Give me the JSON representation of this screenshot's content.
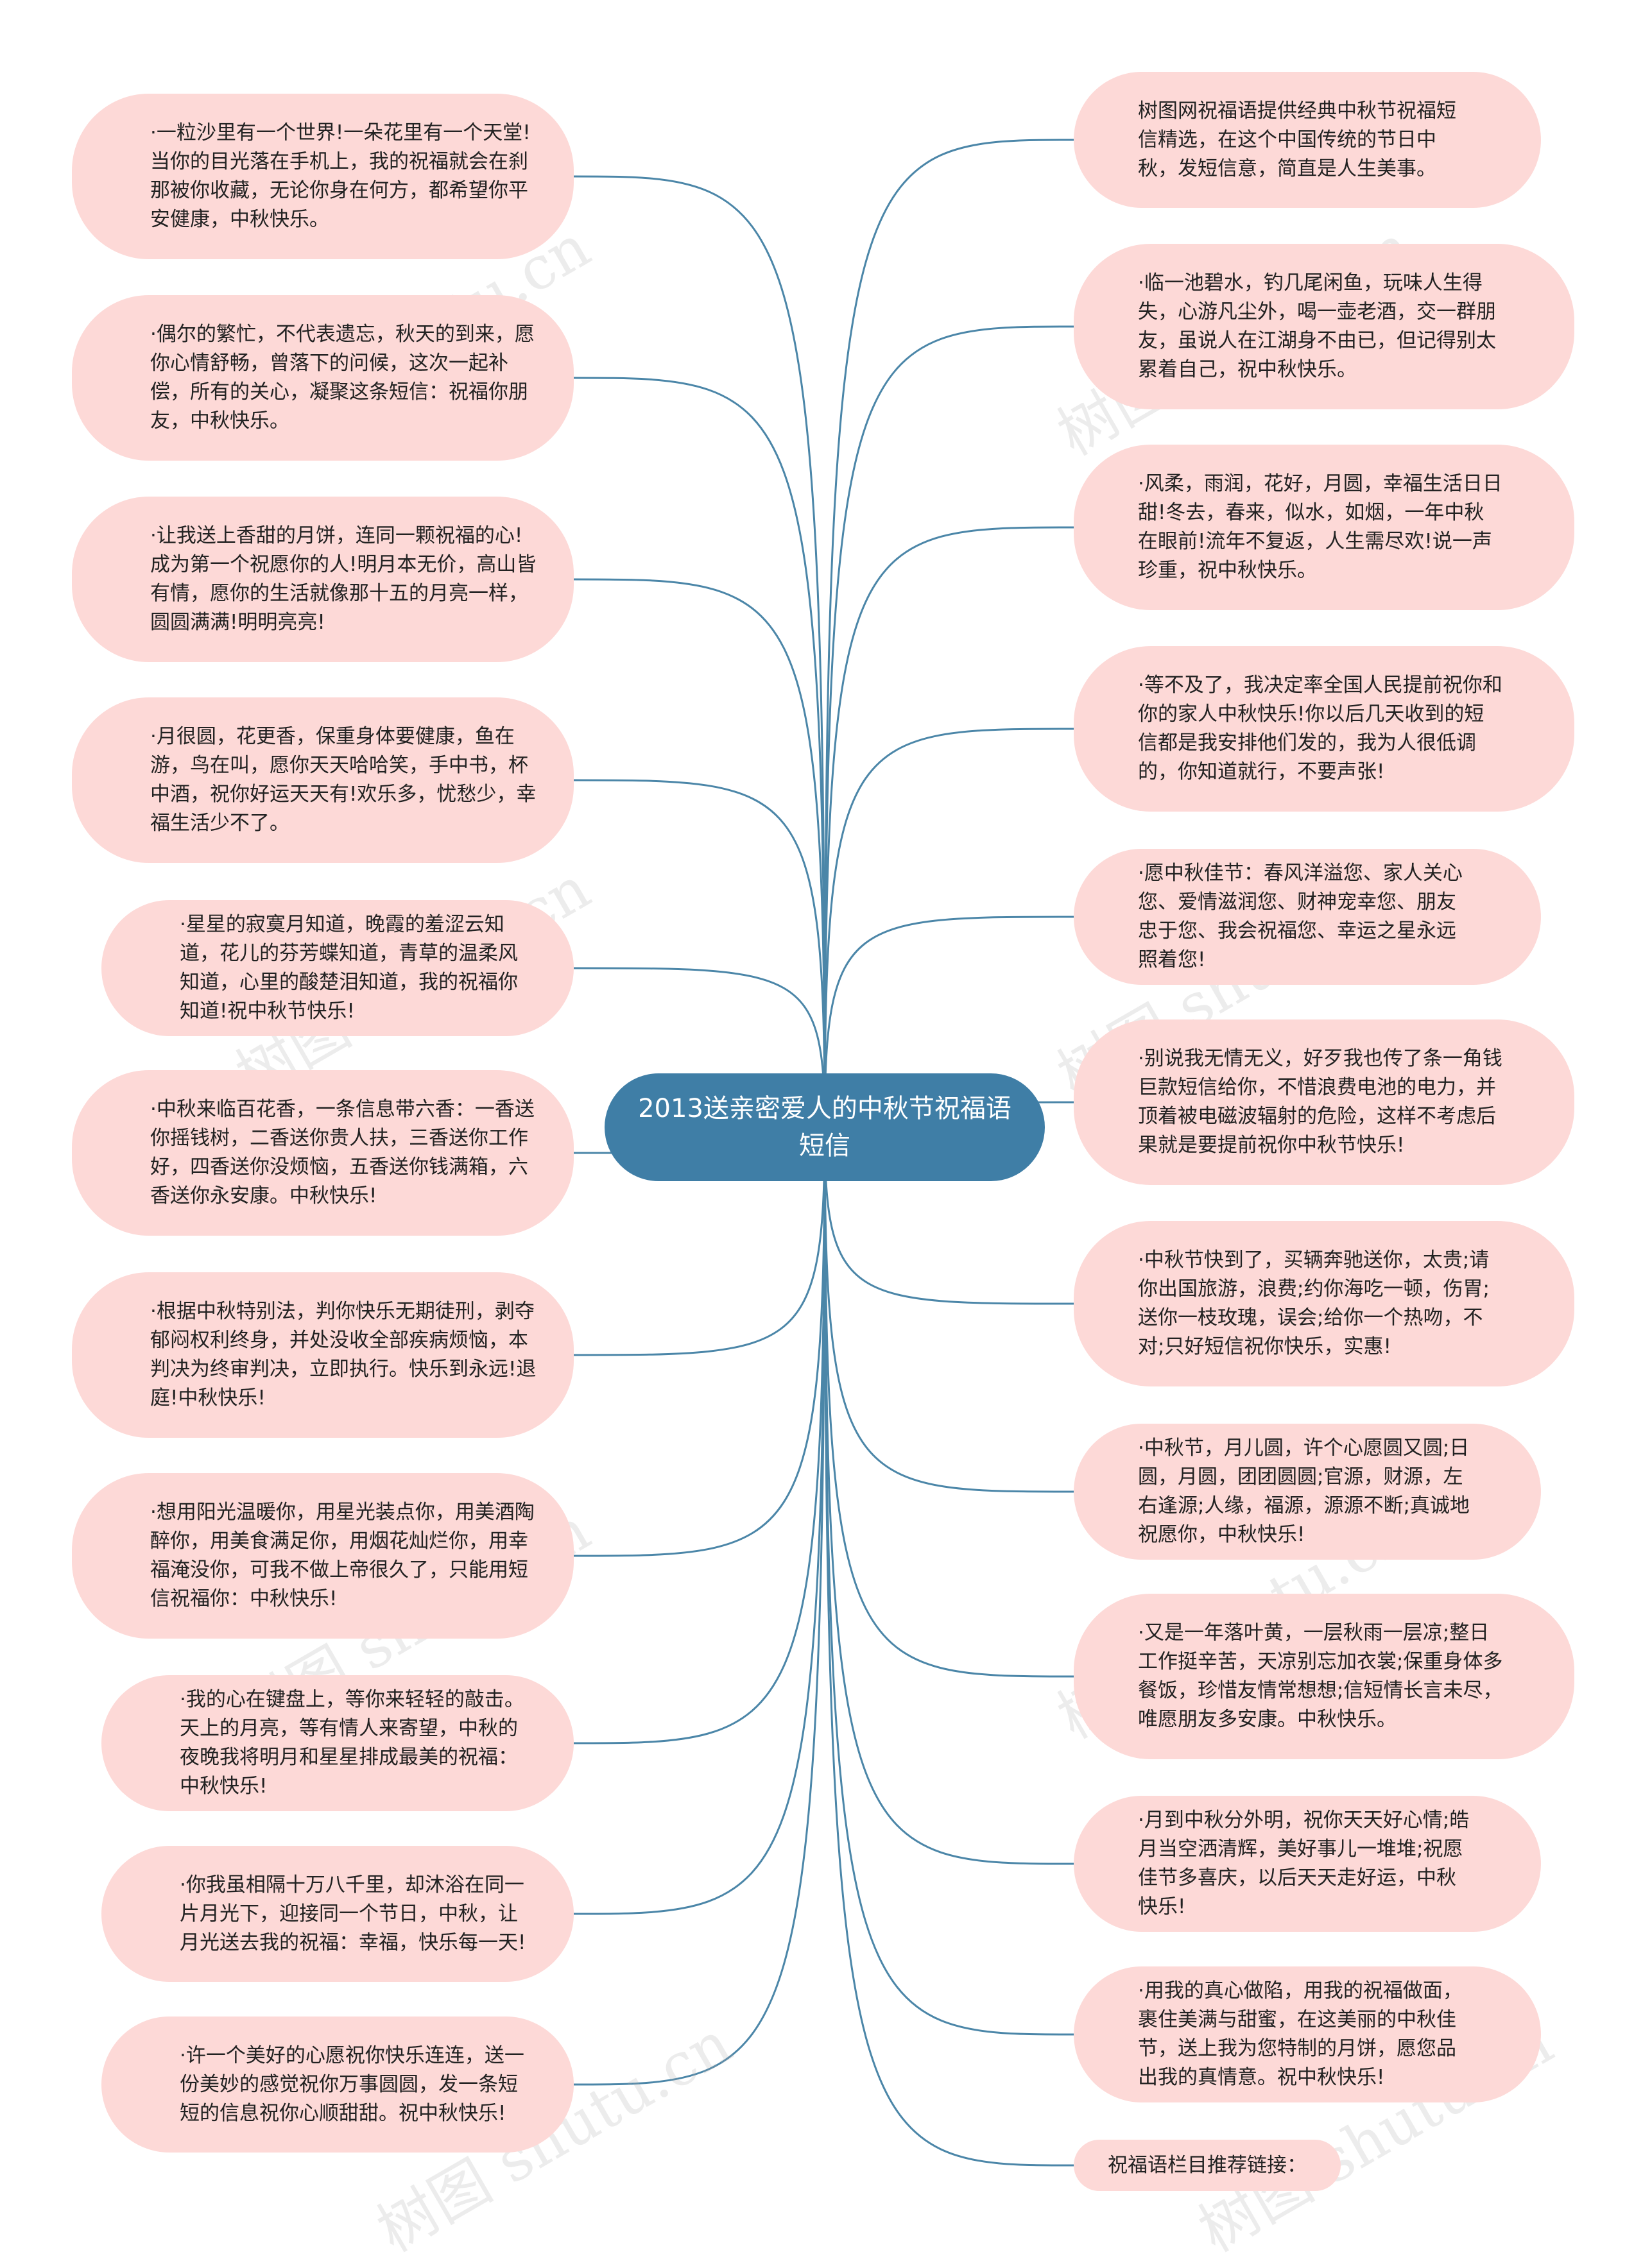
{
  "colors": {
    "center_fill": "#3f7ea6",
    "node_fill": "#fdd9d7",
    "edge": "#4b86a8"
  },
  "center": {
    "label": "2013送亲密爱人的中秋节祝福语短信"
  },
  "watermark": "树图 shutu.cn",
  "nodes_left": [
    "·一粒沙里有一个世界!一朵花里有一个天堂!当你的目光落在手机上，我的祝福就会在刹那被你收藏，无论你身在何方，都希望你平安健康，中秋快乐。",
    "·偶尔的繁忙，不代表遗忘，秋天的到来，愿你心情舒畅，曾落下的问候，这次一起补偿，所有的关心，凝聚这条短信：祝福你朋友，中秋快乐。",
    "·让我送上香甜的月饼，连同一颗祝福的心!成为第一个祝愿你的人!明月本无价，高山皆有情，愿你的生活就像那十五的月亮一样，圆圆满满!明明亮亮!",
    "·月很圆，花更香，保重身体要健康，鱼在游，鸟在叫，愿你天天哈哈笑，手中书，杯中酒，祝你好运天天有!欢乐多，忧愁少，幸福生活少不了。",
    "·星星的寂寞月知道，晚霞的羞涩云知道，花儿的芬芳蝶知道，青草的温柔风知道，心里的酸楚泪知道，我的祝福你知道!祝中秋节快乐!",
    "·中秋来临百花香，一条信息带六香：一香送你摇钱树，二香送你贵人扶，三香送你工作好，四香送你没烦恼，五香送你钱满箱，六香送你永安康。中秋快乐!",
    "·根据中秋特别法，判你快乐无期徒刑，剥夺郁闷权利终身，并处没收全部疾病烦恼，本判决为终审判决，立即执行。快乐到永远!退庭!中秋快乐!",
    "·想用阳光温暖你，用星光装点你，用美酒陶醉你，用美食满足你，用烟花灿烂你，用幸福淹没你，可我不做上帝很久了，只能用短信祝福你：中秋快乐!",
    "·我的心在键盘上，等你来轻轻的敲击。天上的月亮，等有情人来寄望，中秋的夜晚我将明月和星星排成最美的祝福：中秋快乐!",
    "·你我虽相隔十万八千里，却沐浴在同一片月光下，迎接同一个节日，中秋，让月光送去我的祝福：幸福，快乐每一天!",
    "·许一个美好的心愿祝你快乐连连，送一份美妙的感觉祝你万事圆圆，发一条短短的信息祝你心顺甜甜。祝中秋快乐!"
  ],
  "nodes_right": [
    "树图网祝福语提供经典中秋节祝福短信精选，在这个中国传统的节日中秋，发短信意，简直是人生美事。",
    "·临一池碧水，钓几尾闲鱼，玩味人生得失，心游凡尘外，喝一壶老酒，交一群朋友，虽说人在江湖身不由已，但记得别太累着自己，祝中秋快乐。",
    "·风柔，雨润，花好，月圆，幸福生活日日甜!冬去，春来，似水，如烟，一年中秋在眼前!流年不复返，人生需尽欢!说一声珍重，祝中秋快乐。",
    "·等不及了，我决定率全国人民提前祝你和你的家人中秋快乐!你以后几天收到的短信都是我安排他们发的，我为人很低调的，你知道就行，不要声张!",
    "·愿中秋佳节：春风洋溢您、家人关心您、爱情滋润您、财神宠幸您、朋友忠于您、我会祝福您、幸运之星永远照着您!",
    "·别说我无情无义，好歹我也传了条一角钱巨款短信给你，不惜浪费电池的电力，并顶着被电磁波辐射的危险，这样不考虑后果就是要提前祝你中秋节快乐!",
    "·中秋节快到了，买辆奔驰送你，太贵;请你出国旅游，浪费;约你海吃一顿，伤胃;送你一枝玫瑰，误会;给你一个热吻，不对;只好短信祝你快乐，实惠!",
    "·中秋节，月儿圆，许个心愿圆又圆;日圆，月圆，团团圆圆;官源，财源，左右逢源;人缘，福源，源源不断;真诚地祝愿你，中秋快乐!",
    "·又是一年落叶黄，一层秋雨一层凉;整日工作挺辛苦，天凉别忘加衣裳;保重身体多餐饭，珍惜友情常想想;信短情长言未尽，唯愿朋友多安康。中秋快乐。",
    "·月到中秋分外明，祝你天天好心情;皓月当空洒清辉，美好事儿一堆堆;祝愿佳节多喜庆，以后天天走好运，中秋快乐!",
    "·用我的真心做陷，用我的祝福做面，裹住美满与甜蜜，在这美丽的中秋佳节，送上我为您特制的月饼，愿您品出我的真情意。祝中秋快乐!",
    "祝福语栏目推荐链接："
  ]
}
